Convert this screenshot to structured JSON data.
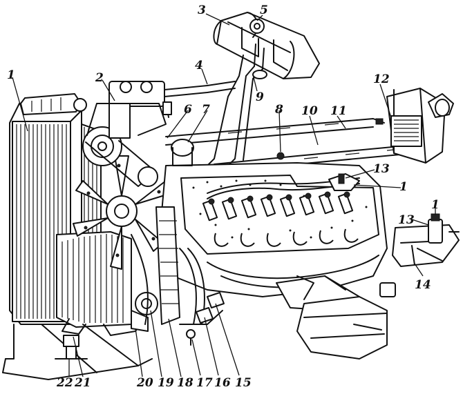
{
  "labels": [
    {
      "id": "l1a",
      "text": "1"
    },
    {
      "id": "l2",
      "text": "2"
    },
    {
      "id": "l3",
      "text": "3"
    },
    {
      "id": "l4",
      "text": "4"
    },
    {
      "id": "l5",
      "text": "5"
    },
    {
      "id": "l6",
      "text": "6"
    },
    {
      "id": "l7",
      "text": "7"
    },
    {
      "id": "l8",
      "text": "8"
    },
    {
      "id": "l9",
      "text": "9"
    },
    {
      "id": "l10",
      "text": "10"
    },
    {
      "id": "l11",
      "text": "11"
    },
    {
      "id": "l12",
      "text": "12"
    },
    {
      "id": "l13a",
      "text": "13"
    },
    {
      "id": "l1b",
      "text": "1"
    },
    {
      "id": "l1c",
      "text": "1"
    },
    {
      "id": "l13b",
      "text": "13"
    },
    {
      "id": "l14",
      "text": "14"
    },
    {
      "id": "l15",
      "text": "15"
    },
    {
      "id": "l16",
      "text": "16"
    },
    {
      "id": "l17",
      "text": "17"
    },
    {
      "id": "l18",
      "text": "18"
    },
    {
      "id": "l19",
      "text": "19"
    },
    {
      "id": "l20",
      "text": "20"
    },
    {
      "id": "l21",
      "text": "21"
    },
    {
      "id": "l22",
      "text": "22"
    }
  ]
}
